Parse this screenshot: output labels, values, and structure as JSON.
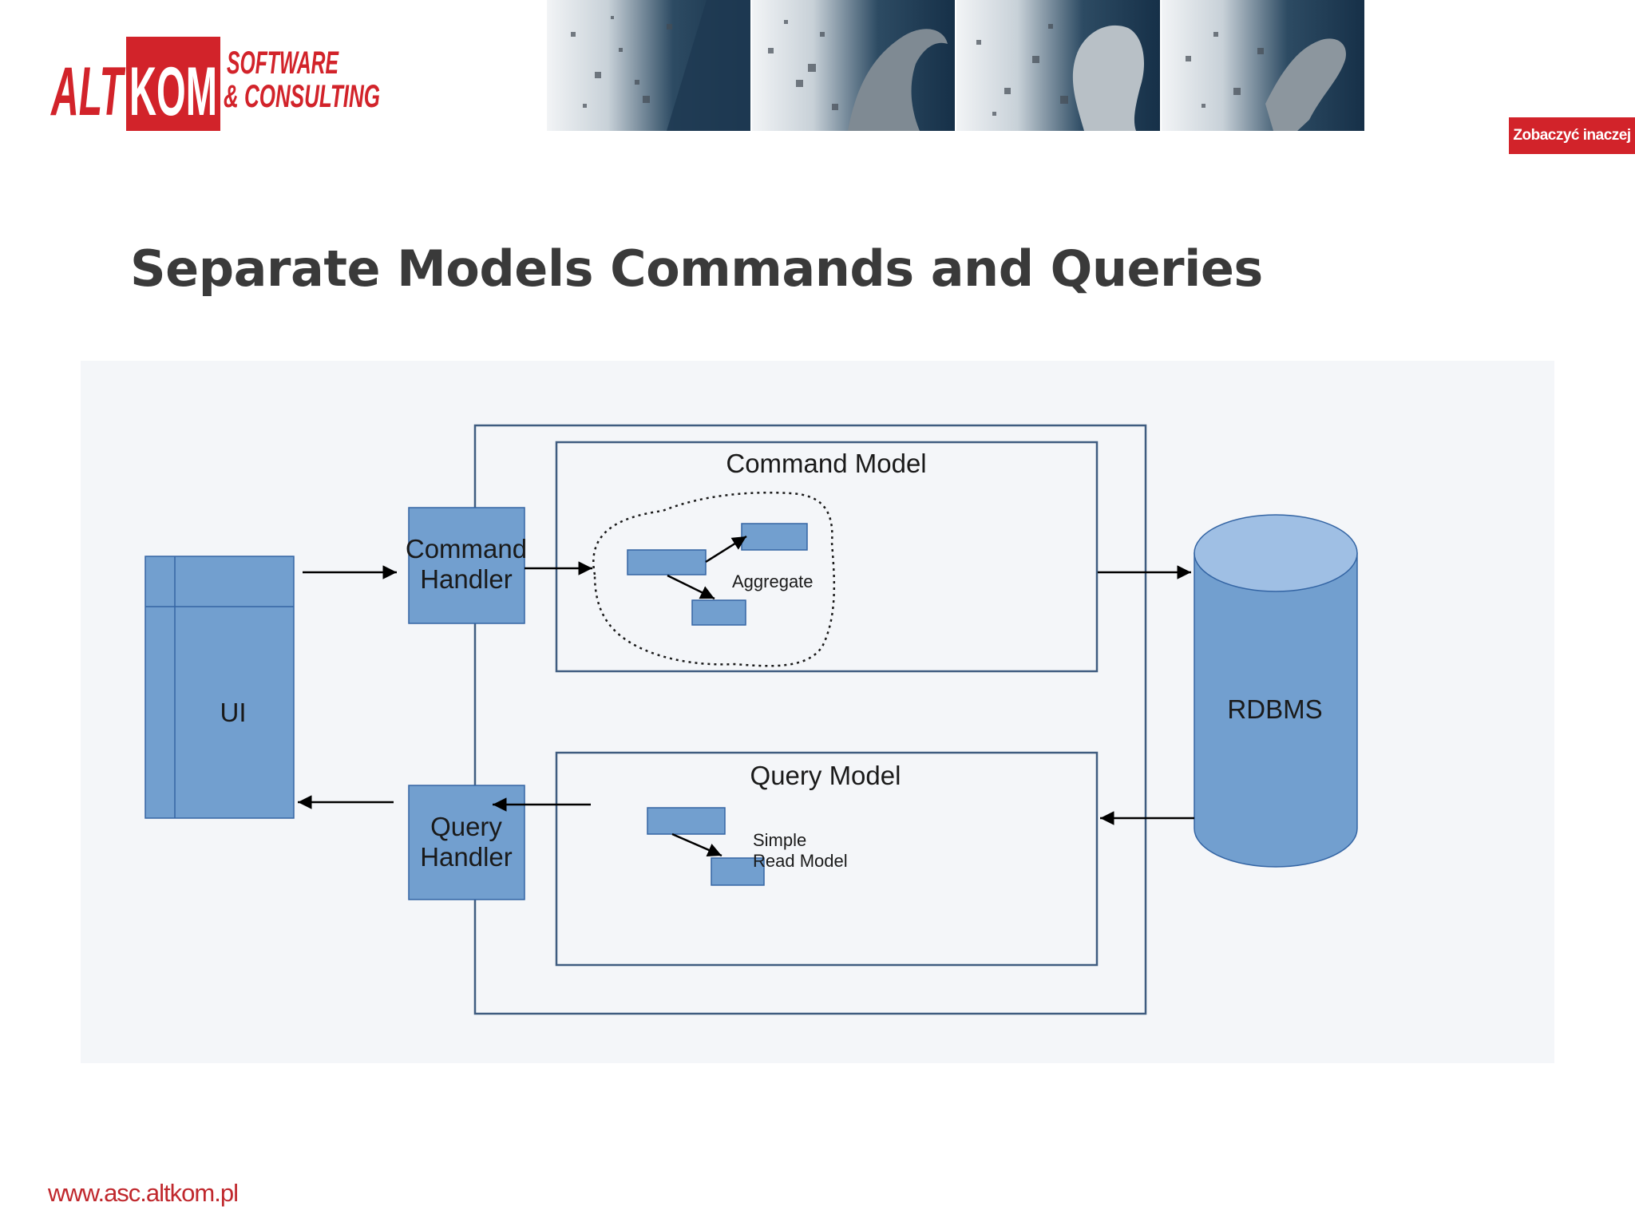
{
  "slide": {
    "title": "Separate Models Commands and Queries",
    "footer_url": "www.asc.altkom.pl"
  },
  "branding": {
    "logo_mark": "ALTKOM",
    "logo_line1": "SOFTWARE",
    "logo_line2": "& CONSULTING",
    "tagline": "Zobaczyć inaczej",
    "brand_color": "#d2232a"
  },
  "diagram": {
    "ui_label": "UI",
    "command_handler_line1": "Command",
    "command_handler_line2": "Handler",
    "query_handler_line1": "Query",
    "query_handler_line2": "Handler",
    "command_model_title": "Command Model",
    "aggregate_label": "Aggregate",
    "query_model_title": "Query Model",
    "read_model_line1": "Simple",
    "read_model_line2": "Read Model",
    "rdbms_label": "RDBMS",
    "shape_fill": "#729fcf",
    "shape_stroke": "#3465a4",
    "frame_stroke": "#3f5c80"
  }
}
